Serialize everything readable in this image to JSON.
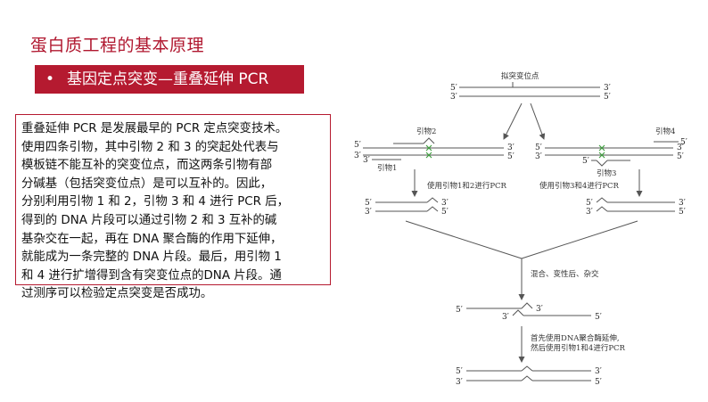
{
  "slide": {
    "title": "蛋白质工程的基本原理",
    "subtitle_bullet": "•",
    "subtitle": "基因定点突变—重叠延伸 PCR",
    "body_lines": [
      "重叠延伸 PCR 是发展最早的 PCR 定点突变技术。",
      "使用四条引物，其中引物 2 和 3 的突起处代表与",
      "模板链不能互补的突变位点，而这两条引物有部",
      "分碱基（包括突变位点）是可以互补的。因此，",
      "分别利用引物 1 和 2，引物 3 和 4 进行 PCR 后，",
      "得到的 DNA 片段可以通过引物 2 和 3 互补的碱",
      "基杂交在一起，再在 DNA 聚合酶的作用下延伸，",
      "就能成为一条完整的 DNA 片段。最后，用引物 1",
      "和 4 进行扩增得到含有突变位点的DNA 片段。通",
      "过测序可以检验定点突变是否成功。"
    ]
  },
  "diagram": {
    "mutation_site": "拟突变位点",
    "primer1": "引物1",
    "primer2": "引物2",
    "primer3": "引物3",
    "primer4": "引物4",
    "pcr_left": "使用引物1和2进行PCR",
    "pcr_right": "使用引物3和4进行PCR",
    "mix_step": "混合、变性后、杂交",
    "extend_step_line1": "首先使用DNA聚合酶延伸,",
    "extend_step_line2": "然后使用引物1和4进行PCR",
    "five_prime": "5′",
    "three_prime": "3′",
    "colors": {
      "accent": "#b51a30",
      "mutation": "#3a9d3a"
    }
  }
}
